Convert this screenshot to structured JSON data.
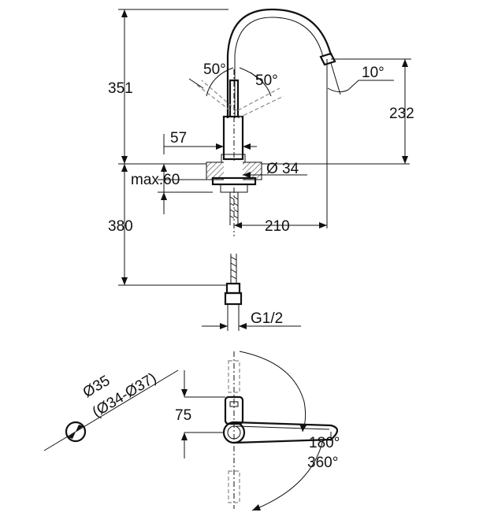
{
  "dimensions": {
    "height_above_deck": "351",
    "height_below_deck": "380",
    "spout_height": "232",
    "spout_reach": "210",
    "body_offset": "57",
    "deck_thickness": "max.60",
    "hole_diameter": "Ø 34",
    "lever_angle_left": "50°",
    "lever_angle_right": "50°",
    "spout_tilt": "10°",
    "connection_thread": "G1/2",
    "cutout_diameter": "Ø35",
    "cutout_range": "(Ø34-Ø37)",
    "lever_offset": "75",
    "lever_rotation": "180°",
    "spout_rotation": "360°"
  },
  "colors": {
    "line": "#111111",
    "hatch": "#555555",
    "background": "#ffffff"
  }
}
